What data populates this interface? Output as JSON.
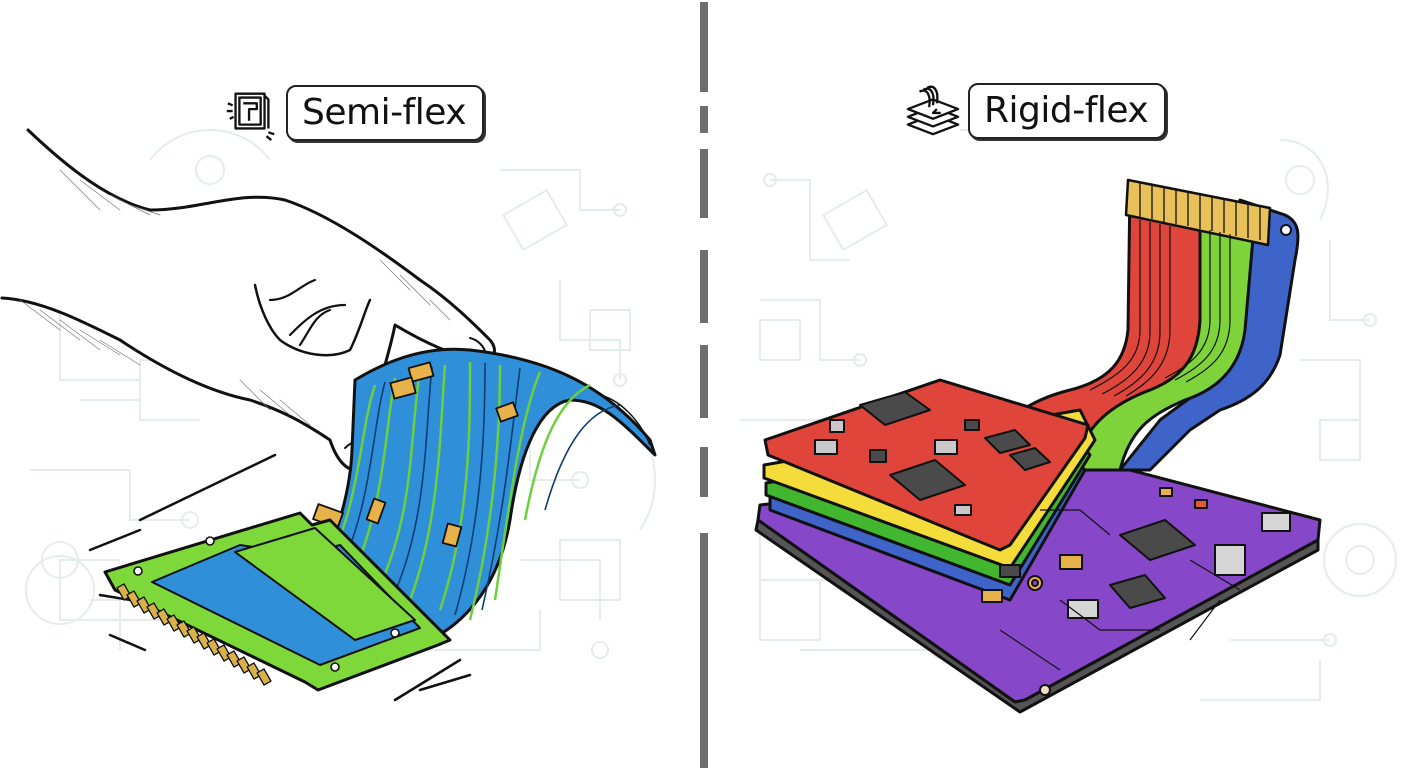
{
  "figure": {
    "type": "comparison-illustration",
    "panels": [
      {
        "id": "left",
        "label": "Semi-flex",
        "icon": "bent-board-icon",
        "subject": "hand bending a blue flexible PCB section attached to a green rigid edge-connector board",
        "colors": {
          "flex": "#2f8fd8",
          "rigid": "#7ed83a",
          "traces": "#6ccf3c",
          "pads": "#e8b24a",
          "fingers": "#d9b04a"
        }
      },
      {
        "id": "right",
        "label": "Rigid-flex",
        "icon": "stacked-layers-icon",
        "subject": "stacked red/yellow/green/blue rigid boards connected by red/green/blue flex ribbons to a purple base board",
        "colors": {
          "red": "#e0453b",
          "yellow": "#f4dd3a",
          "green": "#43b62f",
          "blue": "#3e63c9",
          "purple": "#8747c9",
          "chips": "#4a4a4a"
        }
      }
    ],
    "divider": {
      "style": "dashed",
      "color": "#6e6e6e"
    },
    "background": {
      "pattern": "faint circuit traces",
      "color": "#e6eeee"
    }
  }
}
